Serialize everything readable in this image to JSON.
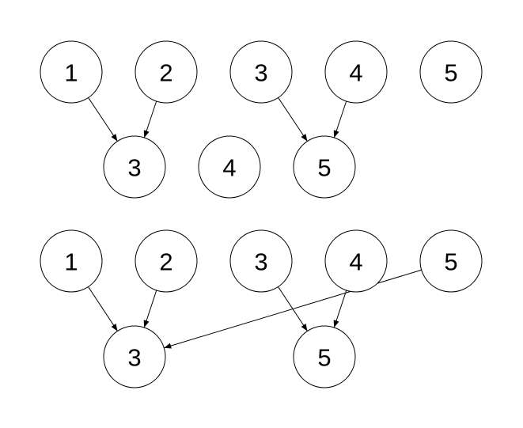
{
  "diagrams": [
    {
      "nodes": [
        {
          "id": "a1",
          "label": "1"
        },
        {
          "id": "a2",
          "label": "2"
        },
        {
          "id": "a3",
          "label": "3"
        },
        {
          "id": "a4",
          "label": "4"
        },
        {
          "id": "a5",
          "label": "5"
        },
        {
          "id": "b3",
          "label": "3"
        },
        {
          "id": "b4",
          "label": "4"
        },
        {
          "id": "b5",
          "label": "5"
        }
      ],
      "edges": [
        {
          "from": "a1",
          "to": "b3"
        },
        {
          "from": "a2",
          "to": "b3"
        },
        {
          "from": "a3",
          "to": "b5"
        },
        {
          "from": "a4",
          "to": "b5"
        }
      ]
    },
    {
      "nodes": [
        {
          "id": "c1",
          "label": "1"
        },
        {
          "id": "c2",
          "label": "2"
        },
        {
          "id": "c3",
          "label": "3"
        },
        {
          "id": "c4",
          "label": "4"
        },
        {
          "id": "c5",
          "label": "5"
        },
        {
          "id": "d3",
          "label": "3"
        },
        {
          "id": "d5",
          "label": "5"
        }
      ],
      "edges": [
        {
          "from": "c1",
          "to": "d3"
        },
        {
          "from": "c2",
          "to": "d3"
        },
        {
          "from": "c3",
          "to": "d5"
        },
        {
          "from": "c4",
          "to": "d5"
        },
        {
          "from": "c5",
          "to": "d3"
        }
      ]
    }
  ]
}
